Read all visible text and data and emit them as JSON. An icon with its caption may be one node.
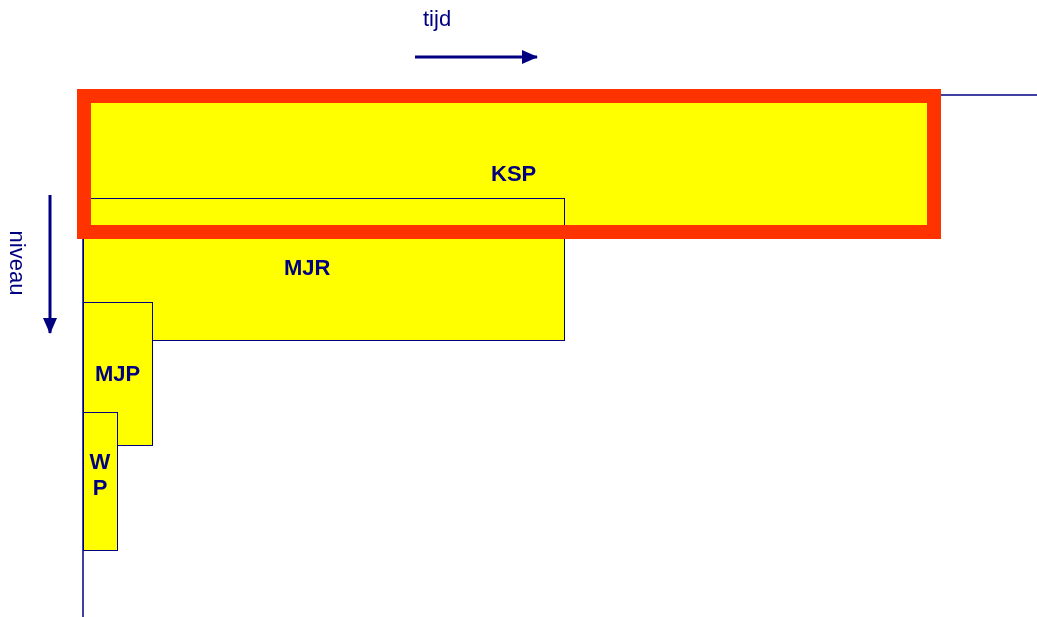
{
  "diagram": {
    "nodes": [
      {
        "text": [
          "KSP"
        ]
      },
      {
        "text": [
          "MJR"
        ]
      },
      {
        "text": [
          "MJP"
        ]
      },
      {
        "text": [
          "W P"
        ]
      }
    ],
    "labels": [
      "tijd",
      "niveau"
    ]
  }
}
